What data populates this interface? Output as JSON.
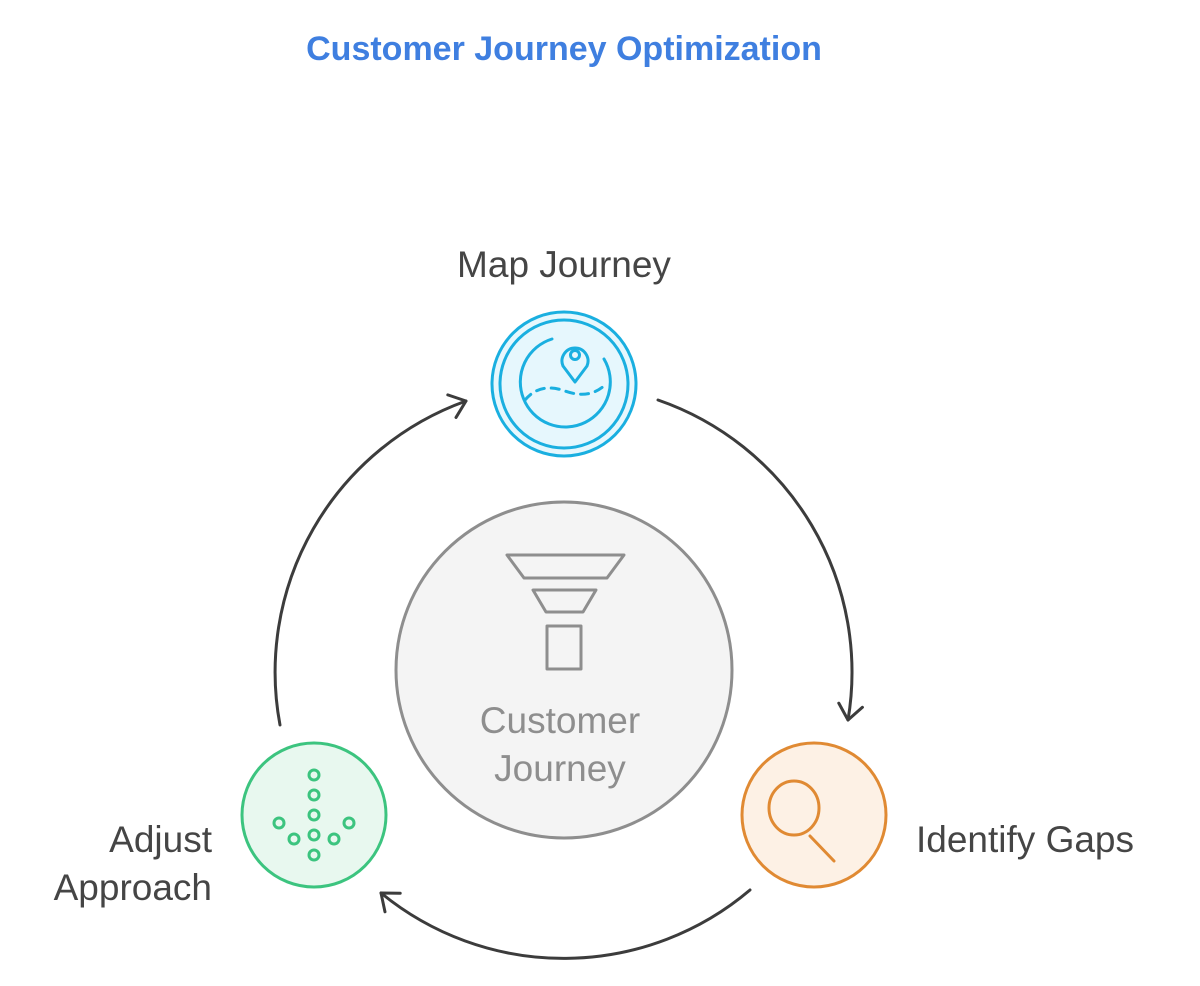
{
  "title": "Customer Journey Optimization",
  "center": {
    "line1": "Customer",
    "line2": "Journey",
    "icon": "funnel-icon"
  },
  "steps": [
    {
      "label": "Map Journey",
      "icon": "map-pin-globe-icon",
      "stroke": "#1aafe0",
      "fill": "#e6f7fd"
    },
    {
      "label": "Identify Gaps",
      "icon": "magnifier-icon",
      "stroke": "#e08a33",
      "fill": "#fdf1e5"
    },
    {
      "label_line1": "Adjust",
      "label_line2": "Approach",
      "icon": "dots-arrow-down-icon",
      "stroke": "#3cc47f",
      "fill": "#e8f8ef"
    }
  ],
  "colors": {
    "title": "#3f7fe0",
    "arrow": "#3c3c3c",
    "center_stroke": "#8e8e8e",
    "center_fill": "#f4f4f4"
  }
}
